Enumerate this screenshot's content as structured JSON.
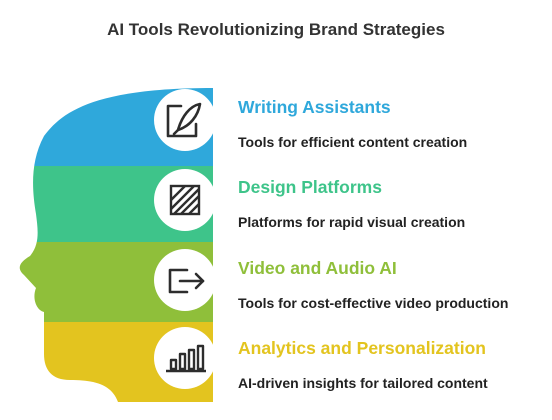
{
  "title": "AI Tools Revolutionizing Brand Strategies",
  "items": [
    {
      "title": "Writing Assistants",
      "description": "Tools for efficient content creation",
      "color": "#2fa8db",
      "icon": "pen-writing-icon"
    },
    {
      "title": "Design Platforms",
      "description": "Platforms for rapid visual creation",
      "color": "#3ec48a",
      "icon": "hatched-square-icon"
    },
    {
      "title": "Video and Audio AI",
      "description": "Tools for cost-effective video production",
      "color": "#8fbf3a",
      "icon": "export-arrow-icon"
    },
    {
      "title": "Analytics and Personalization",
      "description": "AI-driven insights for tailored content",
      "color": "#e3c41f",
      "icon": "bar-chart-icon"
    }
  ]
}
